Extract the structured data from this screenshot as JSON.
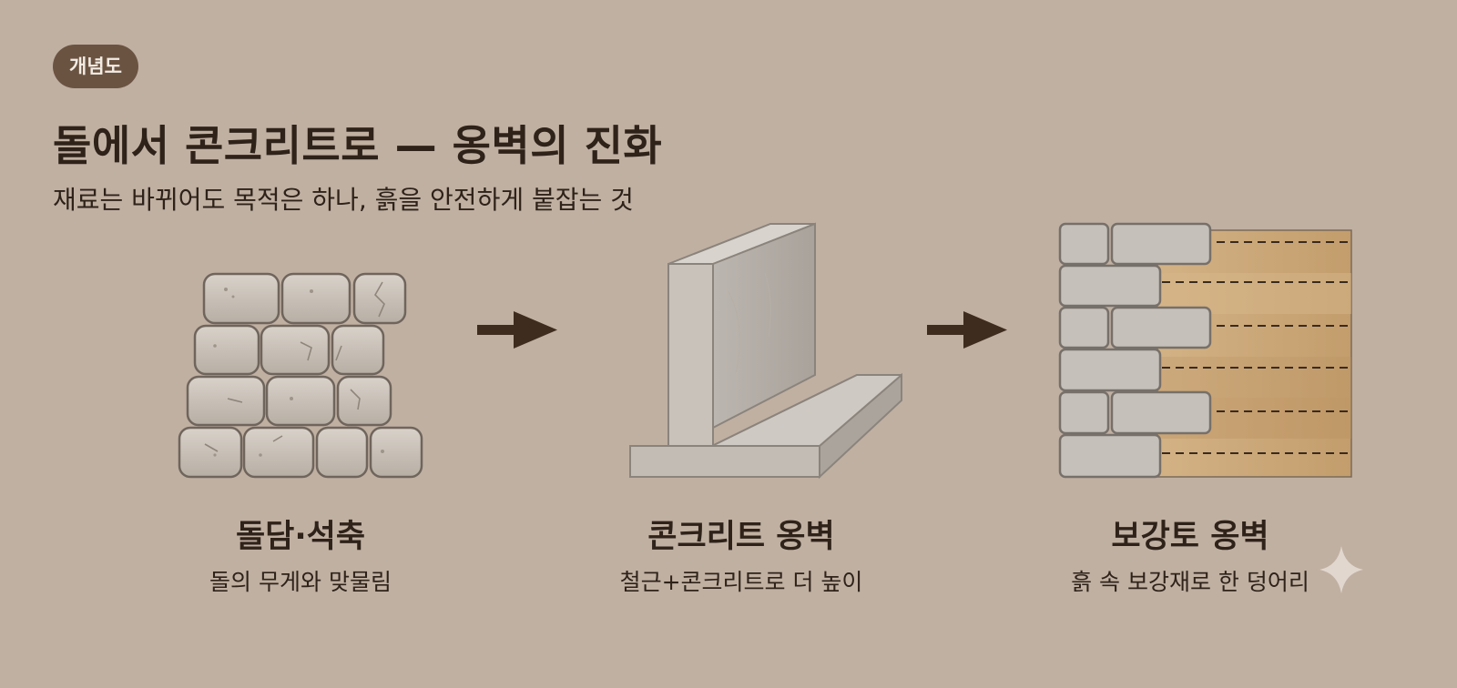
{
  "badge": "개념도",
  "title": "돌에서 콘크리트로 — 옹벽의 진화",
  "subtitle": "재료는 바뀌어도 목적은 하나, 흙을 안전하게 붙잡는 것",
  "stages": [
    {
      "label": "돌담·석축",
      "desc": "돌의 무게와 맞물림",
      "icon": "stone-wall-icon"
    },
    {
      "label": "콘크리트 옹벽",
      "desc": "철근+콘크리트로 더 높이",
      "icon": "concrete-wall-icon"
    },
    {
      "label": "보강토 옹벽",
      "desc": "흙 속 보강재로 한 덩어리",
      "icon": "reinforced-earth-wall-icon"
    }
  ],
  "colors": {
    "background": "#c0b0a2",
    "badge": "#6b5342",
    "text": "#2e2219",
    "stone": "#cdc6bd",
    "soil": "#c9a574"
  }
}
